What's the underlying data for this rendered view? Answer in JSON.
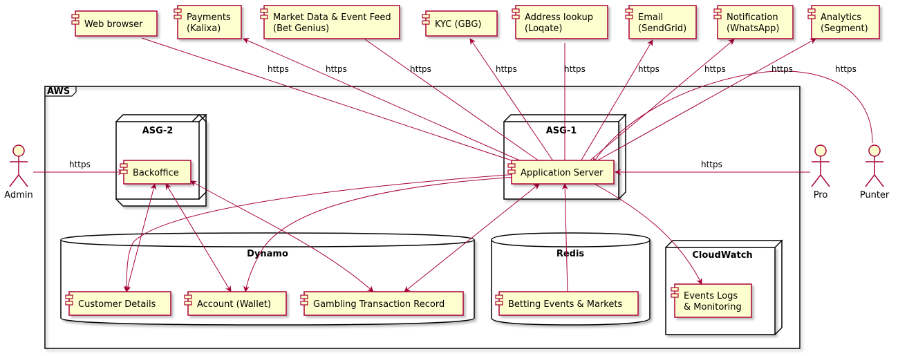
{
  "frame": {
    "label": "AWS"
  },
  "groups": {
    "asg2": "ASG-2",
    "asg1": "ASG-1",
    "dynamo": "Dynamo",
    "redis": "Redis",
    "cloudwatch": "CloudWatch"
  },
  "external": {
    "web_browser": [
      "Web browser"
    ],
    "payments": [
      "Payments",
      "(Kalixa)"
    ],
    "market_data": [
      "Market Data & Event Feed",
      "(Bet Genius)"
    ],
    "kyc": [
      "KYC (GBG)"
    ],
    "address": [
      "Address lookup",
      "(Loqate)"
    ],
    "email": [
      "Email",
      "(SendGrid)"
    ],
    "notification": [
      "Notification",
      "(WhatsApp)"
    ],
    "analytics": [
      "Analytics",
      "(Segment)"
    ]
  },
  "internal": {
    "backoffice": [
      "Backoffice"
    ],
    "app_server": [
      "Application Server"
    ],
    "customer_details": [
      "Customer Details"
    ],
    "account": [
      "Account (Wallet)"
    ],
    "gambling": [
      "Gambling Transaction Record"
    ],
    "betting": [
      "Betting Events & Markets"
    ],
    "events_logs": [
      "Events Logs",
      "& Monitoring"
    ]
  },
  "actors": {
    "admin": "Admin",
    "pro": "Pro",
    "punter": "Punter"
  },
  "edge_label": "https",
  "colors": {
    "component_fill": "#FEFECE",
    "edge": "#A80036",
    "border": "#000000"
  }
}
